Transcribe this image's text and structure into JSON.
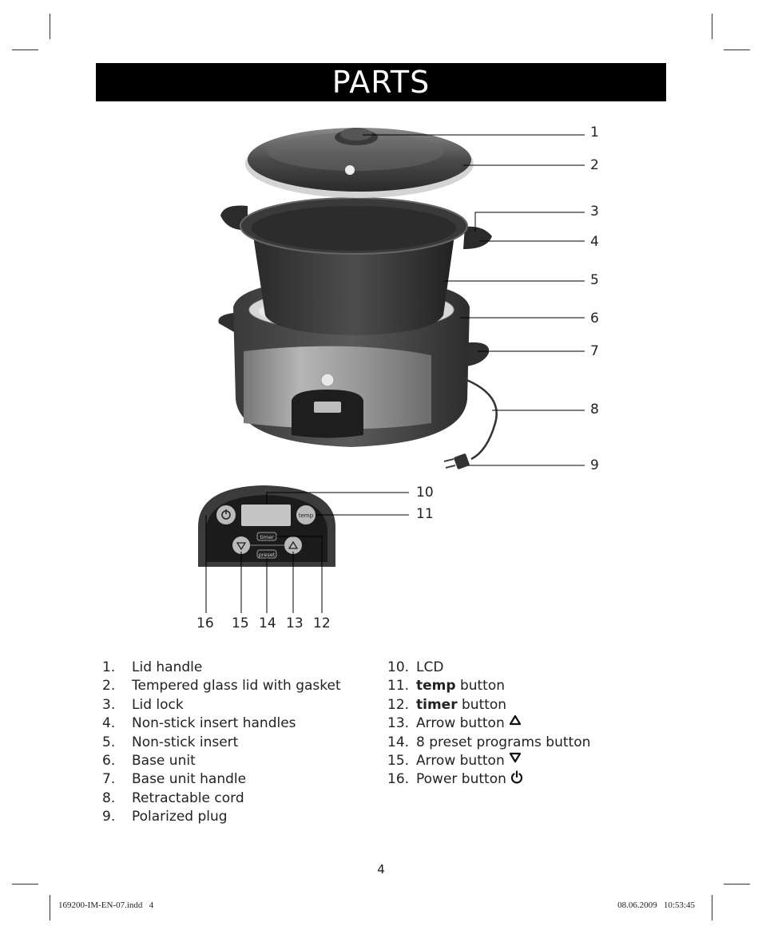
{
  "header": {
    "title": "PARTS"
  },
  "callouts": [
    "1",
    "2",
    "3",
    "4",
    "5",
    "6",
    "7",
    "8",
    "9",
    "10",
    "11",
    "16",
    "15",
    "14",
    "13",
    "12"
  ],
  "panel": {
    "temp_label": "temp",
    "timer_label": "timer",
    "preset_label": "preset"
  },
  "parts_left": [
    {
      "num": "1.",
      "label": "Lid handle"
    },
    {
      "num": "2.",
      "label": "Tempered glass lid with gasket"
    },
    {
      "num": "3.",
      "label": "Lid lock"
    },
    {
      "num": "4.",
      "label": "Non-stick insert handles"
    },
    {
      "num": "5.",
      "label": "Non-stick insert"
    },
    {
      "num": "6.",
      "label": "Base unit"
    },
    {
      "num": "7.",
      "label": "Base unit handle"
    },
    {
      "num": "8.",
      "label": "Retractable cord"
    },
    {
      "num": "9.",
      "label": "Polarized plug"
    }
  ],
  "parts_right": [
    {
      "num": "10.",
      "bold": "",
      "label": "LCD",
      "icon": ""
    },
    {
      "num": "11.",
      "bold": "temp",
      "label": " button",
      "icon": ""
    },
    {
      "num": "12.",
      "bold": "timer",
      "label": " button",
      "icon": ""
    },
    {
      "num": "13.",
      "bold": "",
      "label": "Arrow button",
      "icon": "arrow-up-icon"
    },
    {
      "num": "14.",
      "bold": "",
      "label": "8 preset programs button",
      "icon": ""
    },
    {
      "num": "15.",
      "bold": "",
      "label": "Arrow button",
      "icon": "arrow-down-icon"
    },
    {
      "num": "16.",
      "bold": "",
      "label": "Power button",
      "icon": "power-icon"
    }
  ],
  "page_number": "4",
  "footer": {
    "left": "169200-IM-EN-07.indd   4",
    "right": "08.06.2009   10:53:45"
  }
}
